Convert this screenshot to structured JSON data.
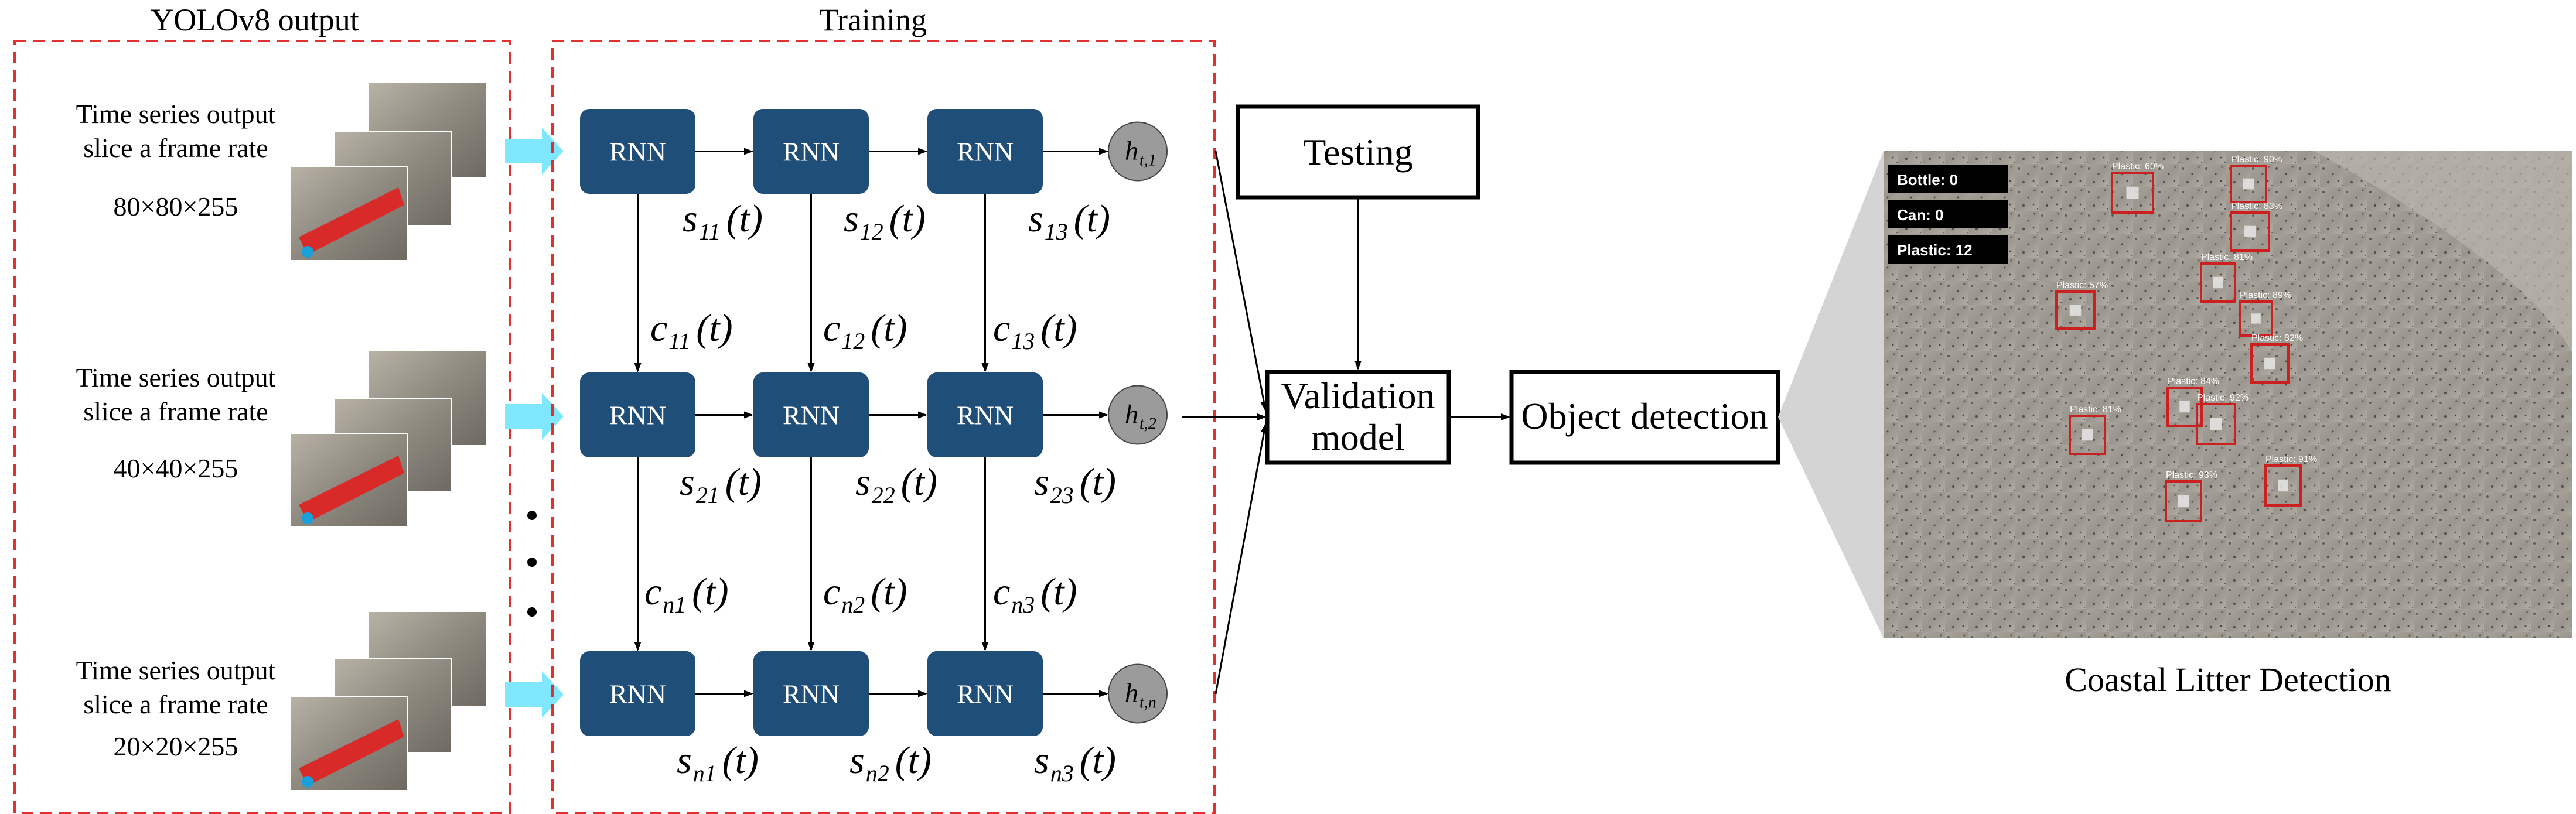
{
  "sections": {
    "yolo_title": "YOLOv8 output",
    "training_title": "Training"
  },
  "inputs": [
    {
      "line1": "Time series output",
      "line2": "slice a frame rate",
      "dims": "80×80×255"
    },
    {
      "line1": "Time series output",
      "line2": "slice a frame rate",
      "dims": "40×40×255"
    },
    {
      "line1": "Time series output",
      "line2": "slice a frame rate",
      "dims": "20×20×255"
    }
  ],
  "rnn": {
    "label": "RNN",
    "rows": [
      {
        "h_main": "h",
        "h_sub": "t,1",
        "s": [
          {
            "sub": "11"
          },
          {
            "sub": "12"
          },
          {
            "sub": "13"
          }
        ]
      },
      {
        "h_main": "h",
        "h_sub": "t,2",
        "s": [
          {
            "sub": "21"
          },
          {
            "sub": "22"
          },
          {
            "sub": "23"
          }
        ]
      },
      {
        "h_main": "h",
        "h_sub": "t,n",
        "s": [
          {
            "sub": "n1"
          },
          {
            "sub": "n2"
          },
          {
            "sub": "n3"
          }
        ]
      }
    ],
    "c_row1": [
      {
        "sub": "11"
      },
      {
        "sub": "12"
      },
      {
        "sub": "13"
      }
    ],
    "c_row2": [
      {
        "sub": "n1"
      },
      {
        "sub": "n2"
      },
      {
        "sub": "n3"
      }
    ],
    "s_letter": "s",
    "c_letter": "c",
    "t_arg": "t"
  },
  "boxes": {
    "testing": "Testing",
    "validation_l1": "Validation",
    "validation_l2": "model",
    "object_detection": "Object detection"
  },
  "detection_panel": {
    "caption": "Coastal Litter Detection",
    "counters": [
      {
        "label": "Bottle:",
        "value": "0"
      },
      {
        "label": "Can:",
        "value": "0"
      },
      {
        "label": "Plastic:",
        "value": "12"
      }
    ],
    "detections": [
      {
        "label": "Plastic: 60%"
      },
      {
        "label": "Plastic: 90%"
      },
      {
        "label": "Plastic: 83%"
      },
      {
        "label": "Plastic: 81%"
      },
      {
        "label": "Plastic: 89%"
      },
      {
        "label": "Plastic: 57%"
      },
      {
        "label": "Plastic: 82%"
      },
      {
        "label": "Plastic: 84%"
      },
      {
        "label": "Plastic: 92%"
      },
      {
        "label": "Plastic: 81%"
      },
      {
        "label": "Plastic: 91%"
      },
      {
        "label": "Plastic: 93%"
      }
    ]
  },
  "colors": {
    "rnn_fill": "#1f4e79",
    "dashed_border": "#e03030",
    "arrow_cyan": "#7fe8ff",
    "h_node": "#9b9b9b",
    "det_box": "#cc1f1f"
  }
}
